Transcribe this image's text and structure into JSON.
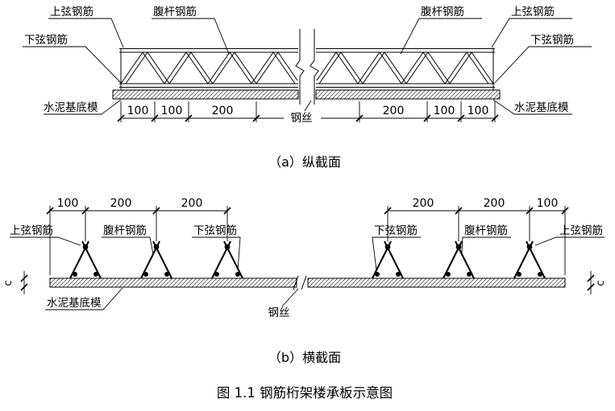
{
  "accent_color": "#000000",
  "section_a": {
    "caption": "（a）纵截面",
    "labels": {
      "top_chord_left": "上弦钢筋",
      "web_left": "腹杆钢筋",
      "web_right": "腹杆钢筋",
      "top_chord_right": "上弦钢筋",
      "bottom_chord_left": "下弦钢筋",
      "bottom_chord_right": "下弦钢筋",
      "base_form_left": "水泥基底模",
      "base_form_right": "水泥基底模",
      "wire": "钢丝"
    },
    "dims_left": [
      "100",
      "100",
      "200"
    ],
    "dims_right": [
      "200",
      "100",
      "100"
    ]
  },
  "section_b": {
    "caption": "（b）横截面",
    "labels": {
      "top_chord_left": "上弦钢筋",
      "web_left": "腹杆钢筋",
      "bottom_chord_left": "下弦钢筋",
      "bottom_chord_right": "下弦钢筋",
      "web_right": "腹杆钢筋",
      "top_chord_right": "上弦钢筋",
      "base_form": "水泥基底模",
      "wire": "钢丝",
      "thickness_left": "c",
      "thickness_right": "c"
    },
    "dims_left": [
      "100",
      "200",
      "200"
    ],
    "dims_right": [
      "200",
      "200",
      "100"
    ]
  },
  "figure_caption": "图 1.1 钢筋桁架楼承板示意图"
}
